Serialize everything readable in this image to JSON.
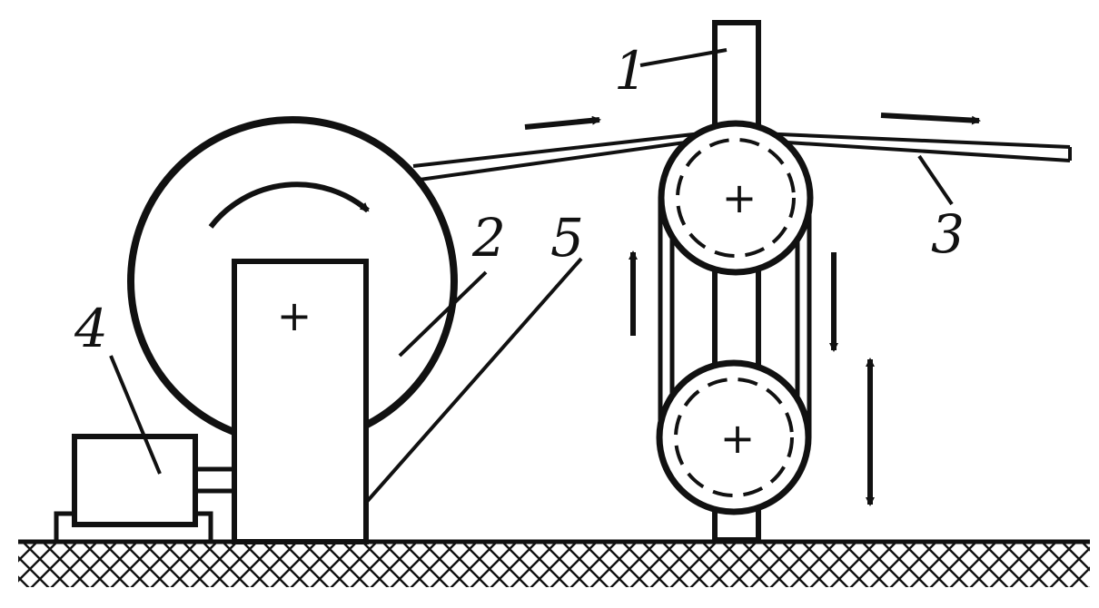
{
  "labels": {
    "mast": "1",
    "drum": "2",
    "belt": "3",
    "motor": "4",
    "stand": "5"
  },
  "markers": {
    "drum_center": "+",
    "upper_pulley_center": "+",
    "lower_pulley_center": "+"
  },
  "colors": {
    "ink": "#111111",
    "background": "#ffffff"
  }
}
